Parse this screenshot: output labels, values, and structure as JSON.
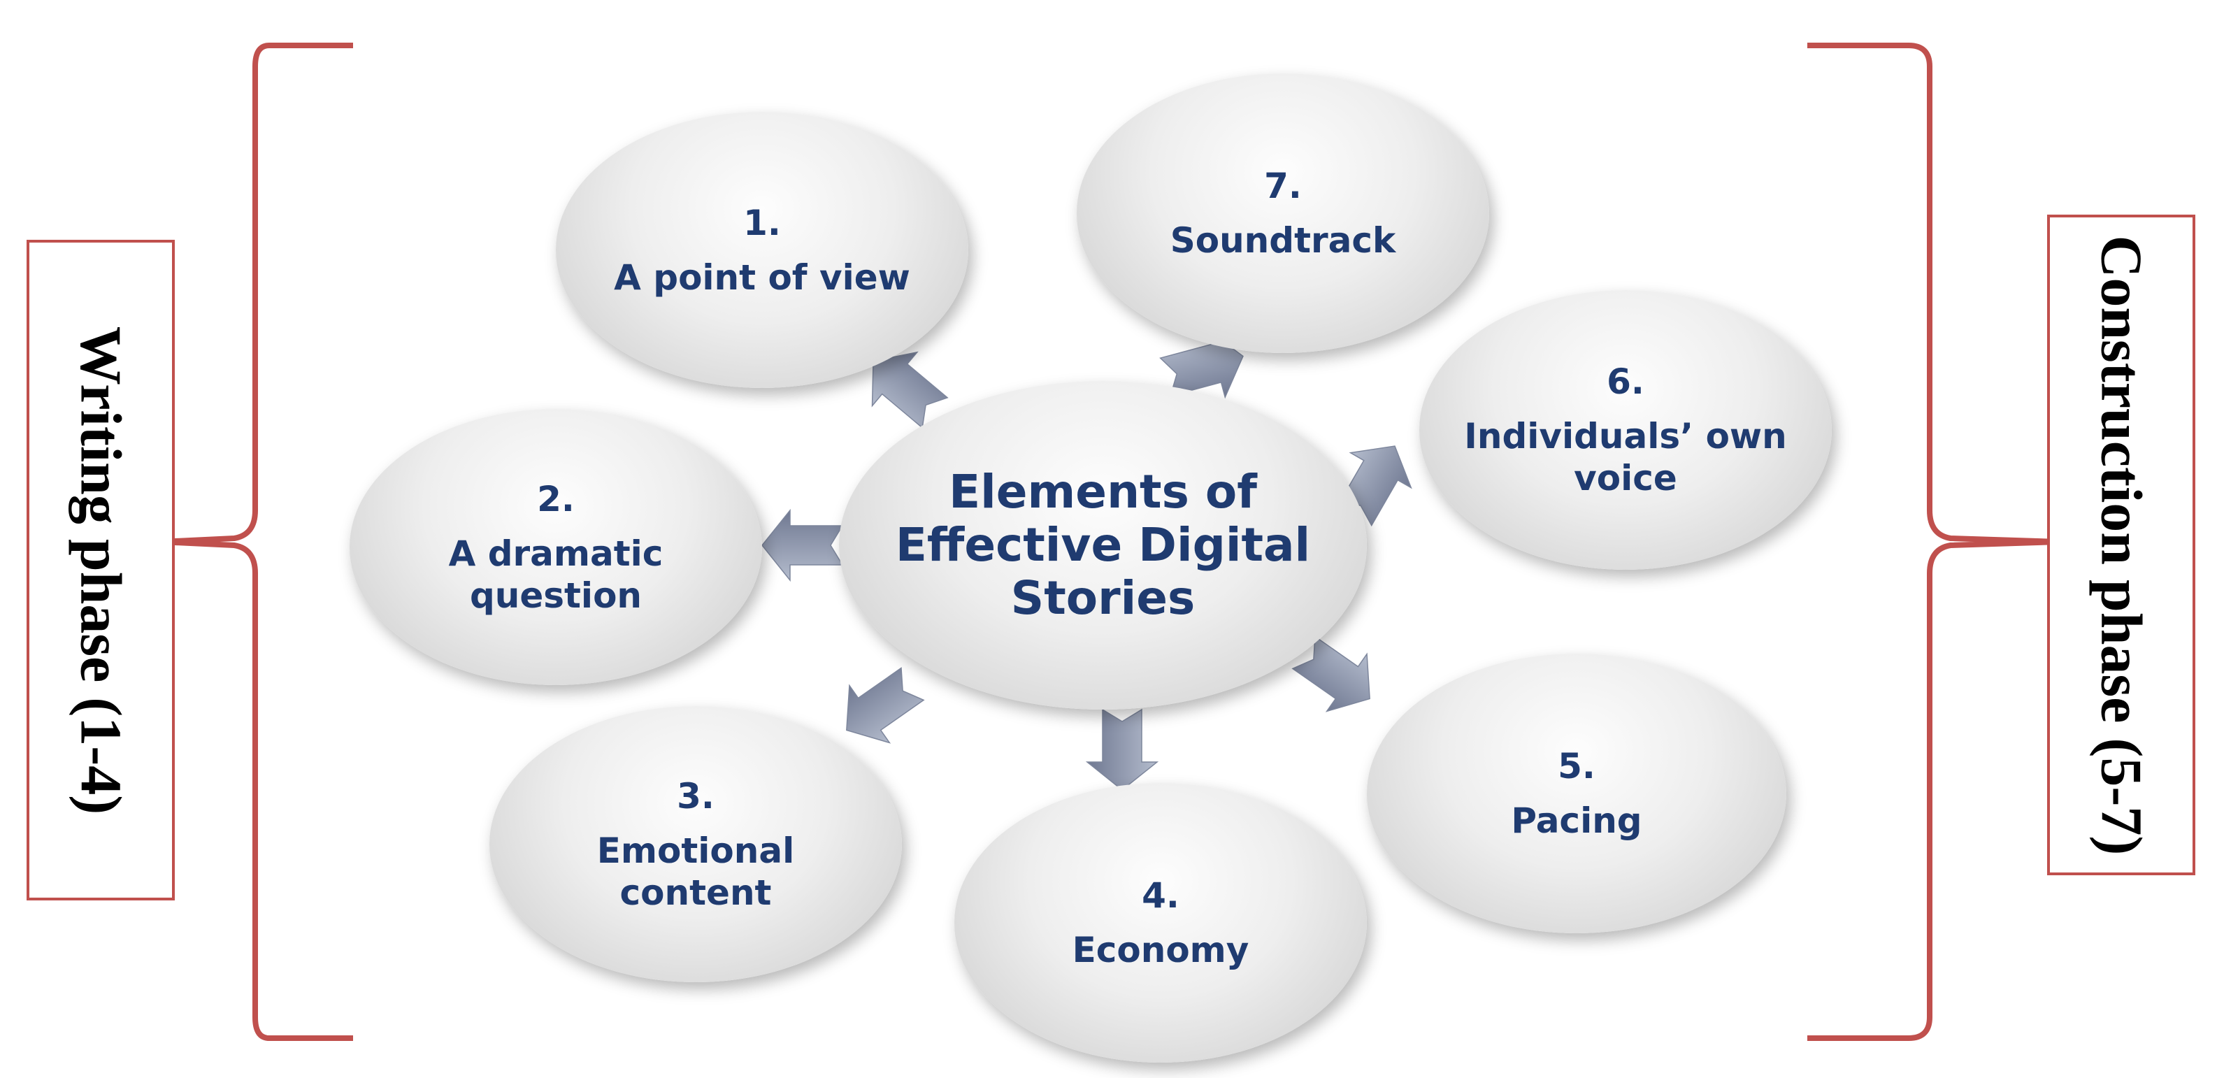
{
  "center": {
    "title": "Elements of Effective Digital Stories"
  },
  "elements": [
    {
      "number": "1.",
      "label": "A point of view"
    },
    {
      "number": "2.",
      "label": "A dramatic question"
    },
    {
      "number": "3.",
      "label": "Emotional content"
    },
    {
      "number": "4.",
      "label": "Economy"
    },
    {
      "number": "5.",
      "label": "Pacing"
    },
    {
      "number": "6.",
      "label": "Individuals’ own voice"
    },
    {
      "number": "7.",
      "label": "Soundtrack"
    }
  ],
  "phases": {
    "writing": "Writing phase (1-4)",
    "construction": "Construction phase (5-7)"
  },
  "colors": {
    "text": "#1f3b70",
    "bracket": "#c0504d",
    "arrow": "#8a93aa"
  }
}
